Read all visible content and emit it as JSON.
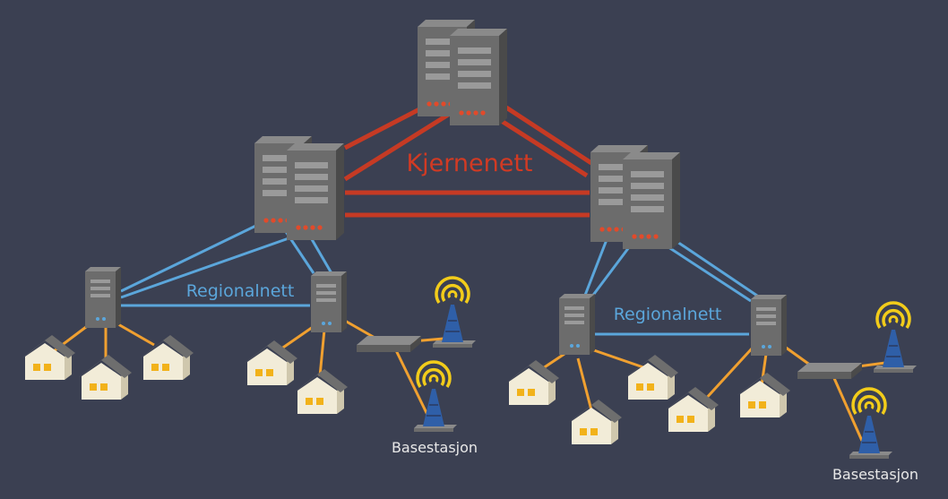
{
  "labels": {
    "core": "Kjernenett",
    "regional_left": "Regionalnett",
    "regional_right": "Regionalnett",
    "base_left": "Basestasjon",
    "base_right": "Basestasjon"
  },
  "colors": {
    "background": "#3b4052",
    "core_link": "#c63a24",
    "regional_link": "#5ba6db",
    "access_link": "#f0a030",
    "server_front": "#6c6c6c",
    "server_side": "#4a4a4a",
    "house_wall": "#f2ecd8",
    "house_roof": "#7a7a7a",
    "window": "#f2b21a",
    "tower": "#2f5fa8",
    "signal": "#f2cc1a"
  },
  "icons": [
    "server-rack-icon",
    "house-icon",
    "switch-icon",
    "cell-tower-icon"
  ]
}
